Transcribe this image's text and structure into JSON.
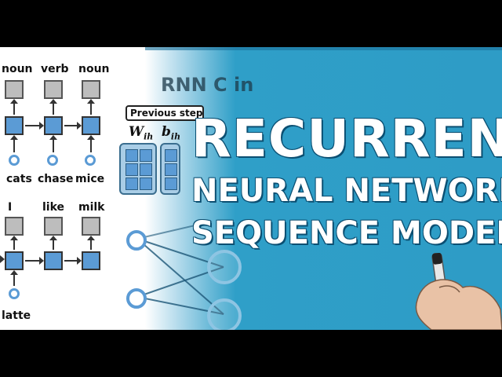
{
  "diagram": {
    "row1_top_labels": [
      "noun",
      "verb",
      "noun"
    ],
    "row1_bottom_labels": [
      "cats",
      "chase",
      "mice"
    ],
    "row2_top_labels": [
      "I",
      "like",
      "milk"
    ],
    "row2_bottom_label": "latte",
    "rnn_heading": "RNN C in",
    "previous_step": "Previous step",
    "w_label": "W",
    "w_sub": "ih",
    "b_label": "b",
    "b_sub": "ih"
  },
  "headline": {
    "line1": "RECURRENT",
    "line2": "NEURAL NETWORKS",
    "line3": "SEQUENCE MODELING"
  },
  "colors": {
    "accent_blue": "#2e9cc6",
    "cell_blue": "#5b9bd5",
    "text_shadow": "#0b4f72"
  }
}
